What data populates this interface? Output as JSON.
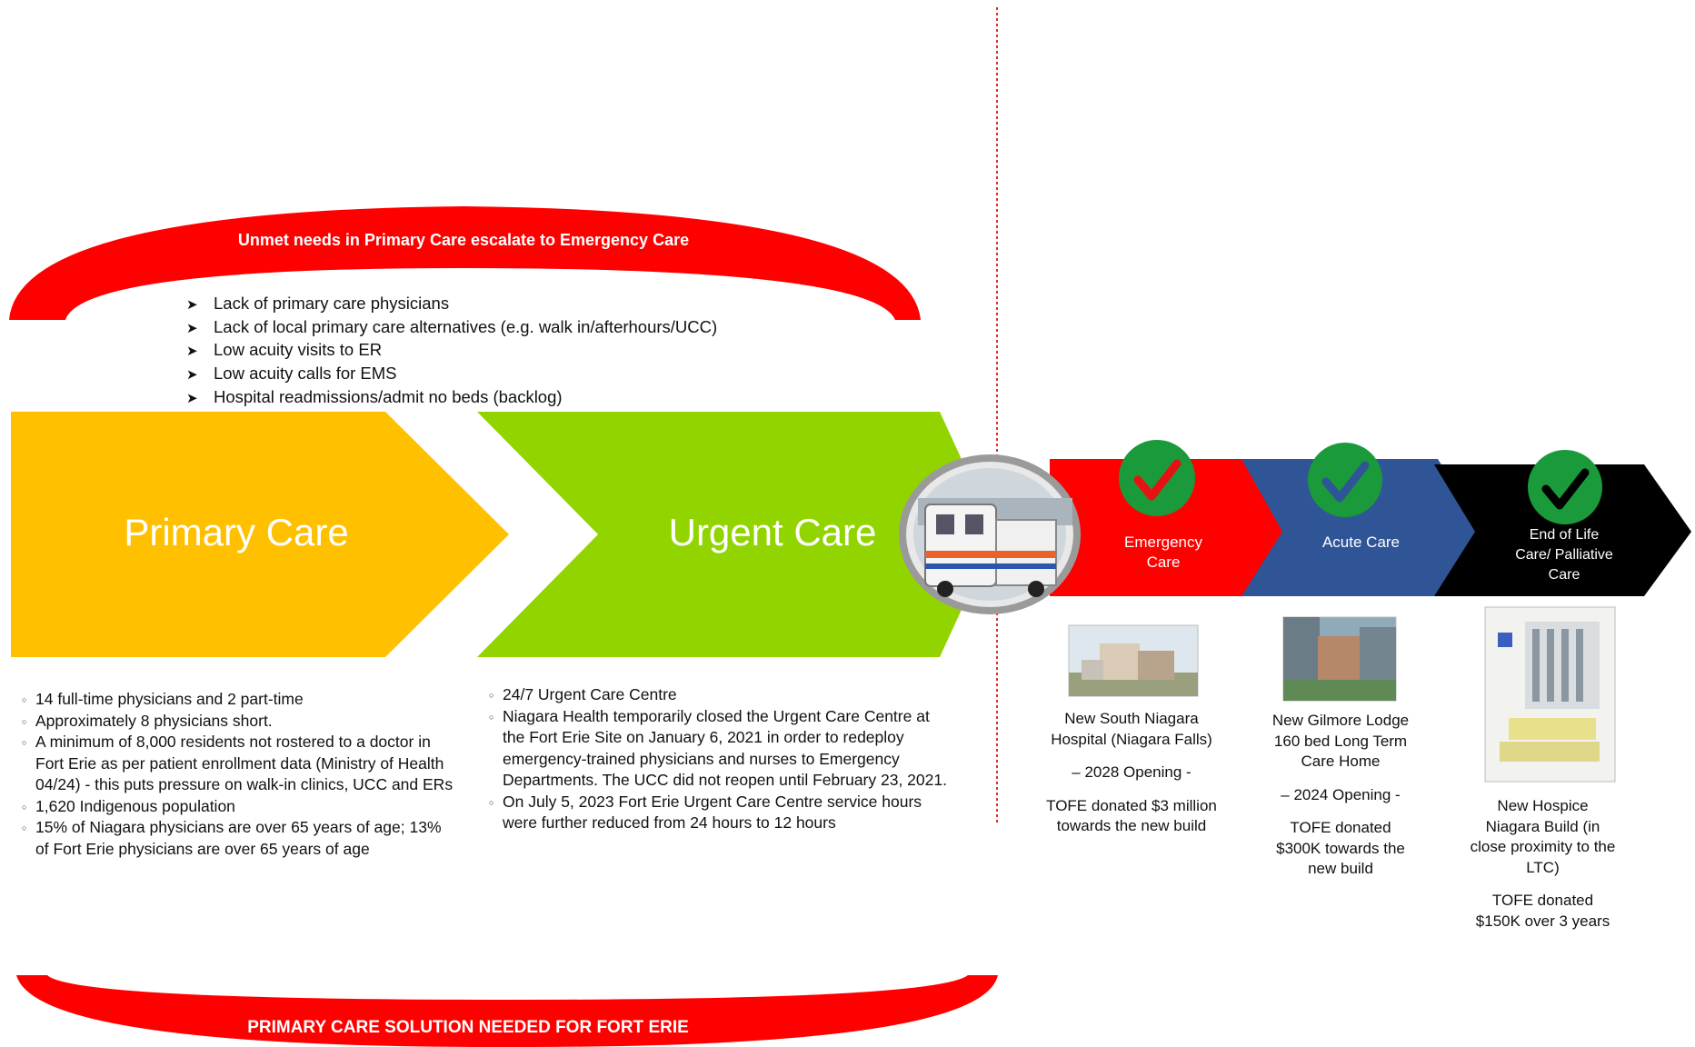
{
  "top_arc": {
    "label": "Unmet needs in Primary Care escalate to Emergency Care",
    "color": "#ff0000"
  },
  "needs_list": [
    "Lack of primary care physicians",
    "Lack of local primary care alternatives (e.g. walk in/afterhours/UCC)",
    "Low acuity visits to ER",
    "Low acuity calls for EMS",
    "Hospital readmissions/admit no beds (backlog)"
  ],
  "primary_care": {
    "title": "Primary Care",
    "color": "#ffc000",
    "bullets": [
      "14 full-time physicians and 2 part-time",
      "Approximately 8 physicians short.",
      "A minimum of 8,000 residents not rostered to a doctor in Fort Erie as per patient enrollment data (Ministry of Health 04/24) - this puts pressure on walk-in clinics, UCC and ERs",
      "1,620 Indigenous population",
      "15% of Niagara physicians are over 65 years of age; 13% of Fort Erie physicians are over 65 years of age"
    ]
  },
  "urgent_care": {
    "title": "Urgent Care",
    "color": "#92d400",
    "bullets": [
      "24/7 Urgent Care Centre",
      "Niagara Health temporarily closed the Urgent Care Centre at the Fort Erie Site on January 6, 2021 in order to redeploy emergency-trained physicians and nurses to Emergency Departments. The UCC did not reopen until February 23, 2021.",
      "On July 5, 2023 Fort Erie Urgent Care Centre service hours were further reduced from 24 hours to 12 hours"
    ]
  },
  "ambulance_image": {
    "label": "EMS AMBULANCE"
  },
  "stages": [
    {
      "title_lines": [
        "Emergency",
        "Care"
      ],
      "color": "#ff0000",
      "check_color": "#e81010",
      "col_lines": [
        "New South Niagara",
        "Hospital (Niagara Falls)"
      ],
      "col_opening": "– 2028 Opening -",
      "col_donation": [
        "TOFE donated $3 million",
        "towards the new build"
      ]
    },
    {
      "title_lines": [
        "Acute Care"
      ],
      "color": "#2f5597",
      "check_color": "#2f5597",
      "col_lines": [
        "New Gilmore Lodge",
        "160 bed Long Term",
        "Care Home"
      ],
      "col_opening": "– 2024 Opening -",
      "col_donation": [
        "TOFE donated",
        "$300K towards the",
        "new build"
      ]
    },
    {
      "title_lines": [
        "End of Life",
        "Care/ Palliative",
        "Care"
      ],
      "color": "#000000",
      "check_color": "#000000",
      "col_lines": [
        "New Hospice",
        "Niagara Build (in",
        "close proximity to the",
        "LTC)"
      ],
      "col_opening": "",
      "col_donation": [
        "TOFE donated",
        "$150K over 3 years"
      ]
    }
  ],
  "check_circle_color": "#1a9a3a",
  "bottom_arc": {
    "label": "PRIMARY CARE SOLUTION NEEDED FOR FORT ERIE",
    "color": "#ff0000"
  }
}
